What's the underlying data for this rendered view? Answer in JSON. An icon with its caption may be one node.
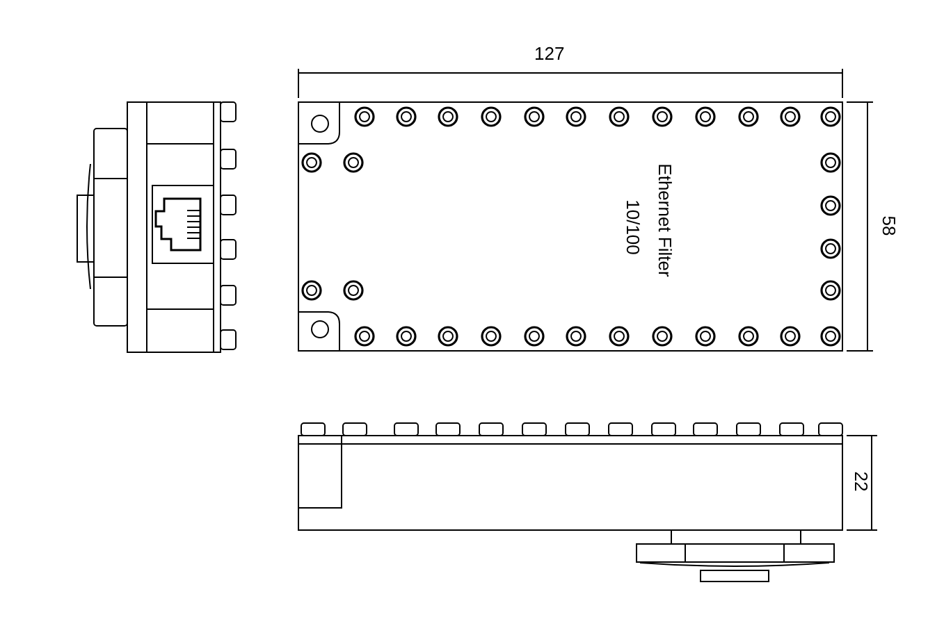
{
  "diagram": {
    "labels": [
      "127",
      "Ethernet Filter",
      "10/100",
      "58",
      "22"
    ]
  }
}
